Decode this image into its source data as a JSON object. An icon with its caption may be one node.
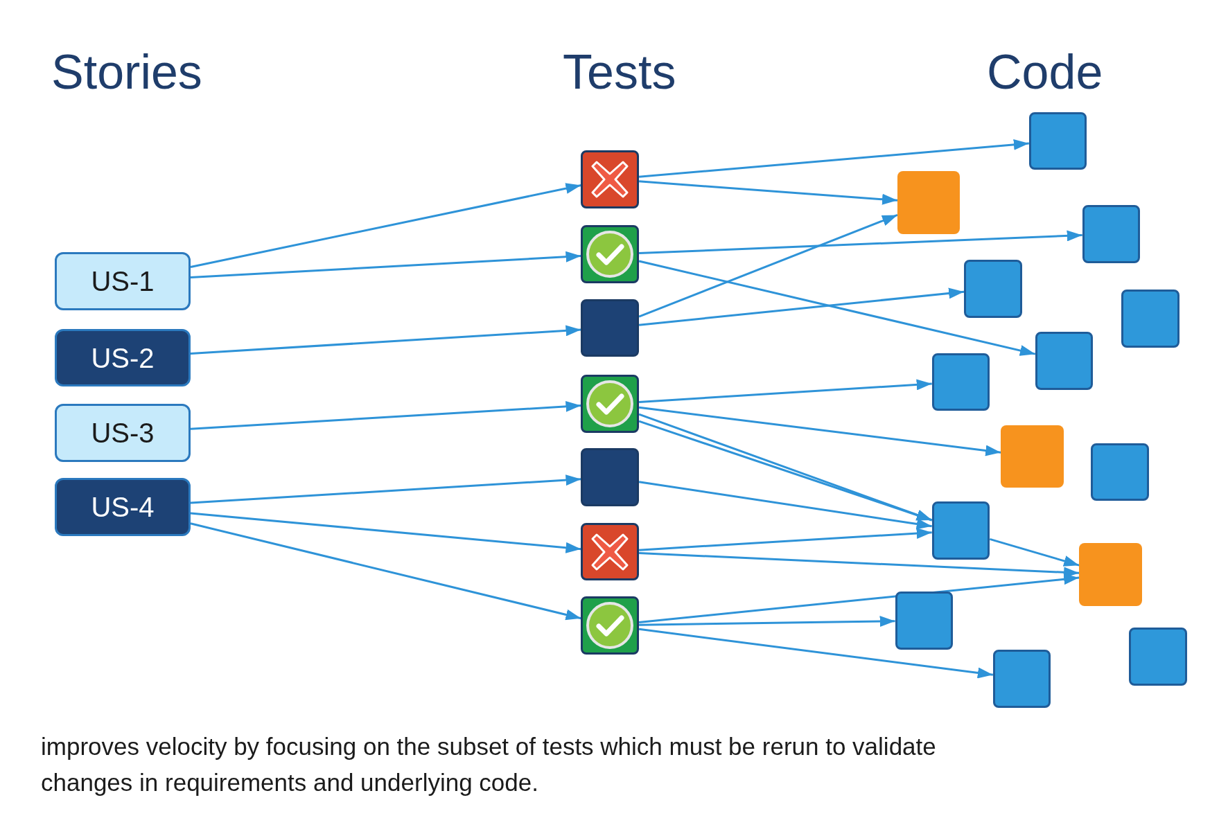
{
  "diagram": {
    "caption": "improves velocity by focusing on the subset of tests which must be rerun to validate changes in requirements and underlying code.",
    "labels": [
      "Stories",
      "Tests",
      "Code"
    ],
    "nodes": [
      {
        "text": [
          "US-1"
        ]
      },
      {
        "text": [
          "US-2"
        ]
      },
      {
        "text": [
          "US-3"
        ]
      },
      {
        "text": [
          "US-4"
        ]
      },
      {
        "text": [],
        "shape": "box"
      },
      {
        "text": [],
        "shape": "box"
      },
      {
        "text": [],
        "shape": "box"
      },
      {
        "text": [],
        "shape": "box"
      },
      {
        "text": [],
        "shape": "box"
      },
      {
        "text": [],
        "shape": "box"
      },
      {
        "text": [],
        "shape": "box"
      },
      {
        "text": [],
        "shape": "box"
      },
      {
        "text": [],
        "shape": "box"
      },
      {
        "text": [],
        "shape": "box"
      },
      {
        "text": [],
        "shape": "box"
      },
      {
        "text": [],
        "shape": "box"
      },
      {
        "text": [],
        "shape": "box"
      },
      {
        "text": [],
        "shape": "box"
      },
      {
        "text": [],
        "shape": "box"
      },
      {
        "text": [],
        "shape": "box"
      },
      {
        "text": [],
        "shape": "box"
      },
      {
        "text": [],
        "shape": "box"
      },
      {
        "text": [],
        "shape": "box"
      },
      {
        "text": [],
        "shape": "box"
      },
      {
        "text": [],
        "shape": "box"
      }
    ],
    "edges": [
      {
        "from": 0,
        "to": 4,
        "arrow": "to"
      },
      {
        "from": 0,
        "to": 5,
        "arrow": "to"
      },
      {
        "from": 1,
        "to": 6,
        "arrow": "to"
      },
      {
        "from": 2,
        "to": 7,
        "arrow": "to"
      },
      {
        "from": 3,
        "to": 8,
        "arrow": "to"
      },
      {
        "from": 3,
        "to": 9,
        "arrow": "to"
      },
      {
        "from": 3,
        "to": 10,
        "arrow": "to"
      },
      {
        "from": 4,
        "to": 11,
        "arrow": "to"
      },
      {
        "from": 4,
        "to": 12,
        "arrow": "to"
      },
      {
        "from": 5,
        "to": 13,
        "arrow": "to"
      },
      {
        "from": 5,
        "to": 16,
        "arrow": "to"
      },
      {
        "from": 6,
        "to": 12,
        "arrow": "to"
      },
      {
        "from": 6,
        "to": 14,
        "arrow": "to"
      },
      {
        "from": 7,
        "to": 17,
        "arrow": "to"
      },
      {
        "from": 7,
        "to": 18,
        "arrow": "to"
      },
      {
        "from": 7,
        "to": 20,
        "arrow": "to"
      },
      {
        "from": 7,
        "to": 20,
        "arrow": "to"
      },
      {
        "from": 20,
        "to": 21,
        "arrow": "to"
      },
      {
        "from": 8,
        "to": 20,
        "arrow": "to"
      },
      {
        "from": 9,
        "to": 20,
        "arrow": "to"
      },
      {
        "from": 9,
        "to": 21,
        "arrow": "to"
      },
      {
        "from": 10,
        "to": 21,
        "arrow": "to"
      },
      {
        "from": 10,
        "to": 22,
        "arrow": "to"
      },
      {
        "from": 10,
        "to": 24,
        "arrow": "to"
      }
    ]
  }
}
